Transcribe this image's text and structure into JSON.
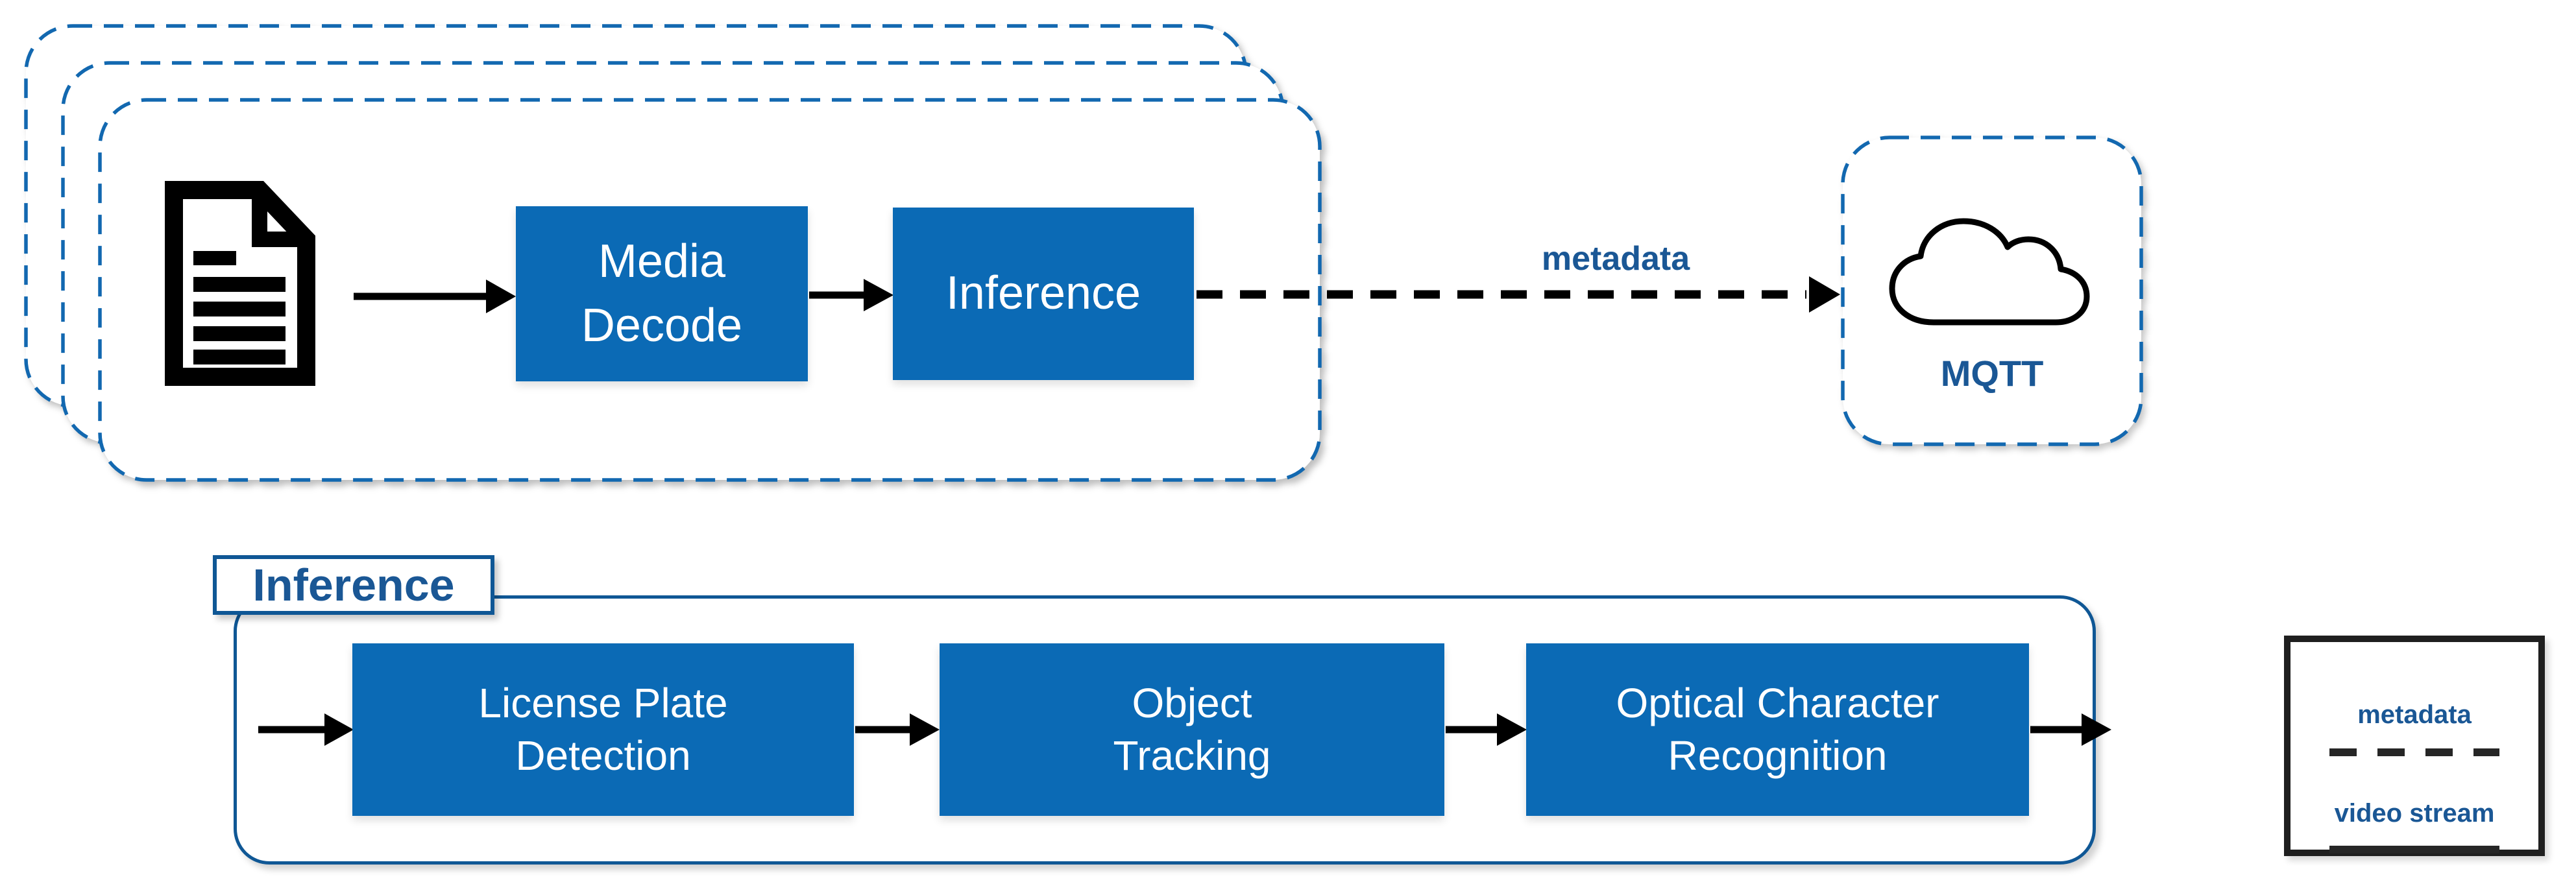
{
  "colors": {
    "process_box_fill": "#0b6ab5",
    "dashed_outline_blue": "#1268b0",
    "solid_outline_blue": "#0f5795",
    "blue_text": "#1a5795",
    "arrow_black": "#000000",
    "legend_border": "#1f1f1f"
  },
  "top_pipeline": {
    "source_icon": "document-icon",
    "stack_cards": 3,
    "media_decode": {
      "line1": "Media",
      "line2": "Decode"
    },
    "inference_label": "Inference",
    "metadata_label": "metadata",
    "mqtt": {
      "label": "MQTT",
      "icon": "cloud-icon"
    }
  },
  "inference_detail": {
    "title": "Inference",
    "stages": [
      {
        "line1": "License Plate",
        "line2": "Detection"
      },
      {
        "line1": "Object",
        "line2": "Tracking"
      },
      {
        "line1": "Optical Character",
        "line2": "Recognition"
      }
    ]
  },
  "legend": {
    "metadata_label": "metadata",
    "video_stream_label": "video stream",
    "metadata_line_style": "dashed",
    "video_stream_line_style": "solid"
  }
}
